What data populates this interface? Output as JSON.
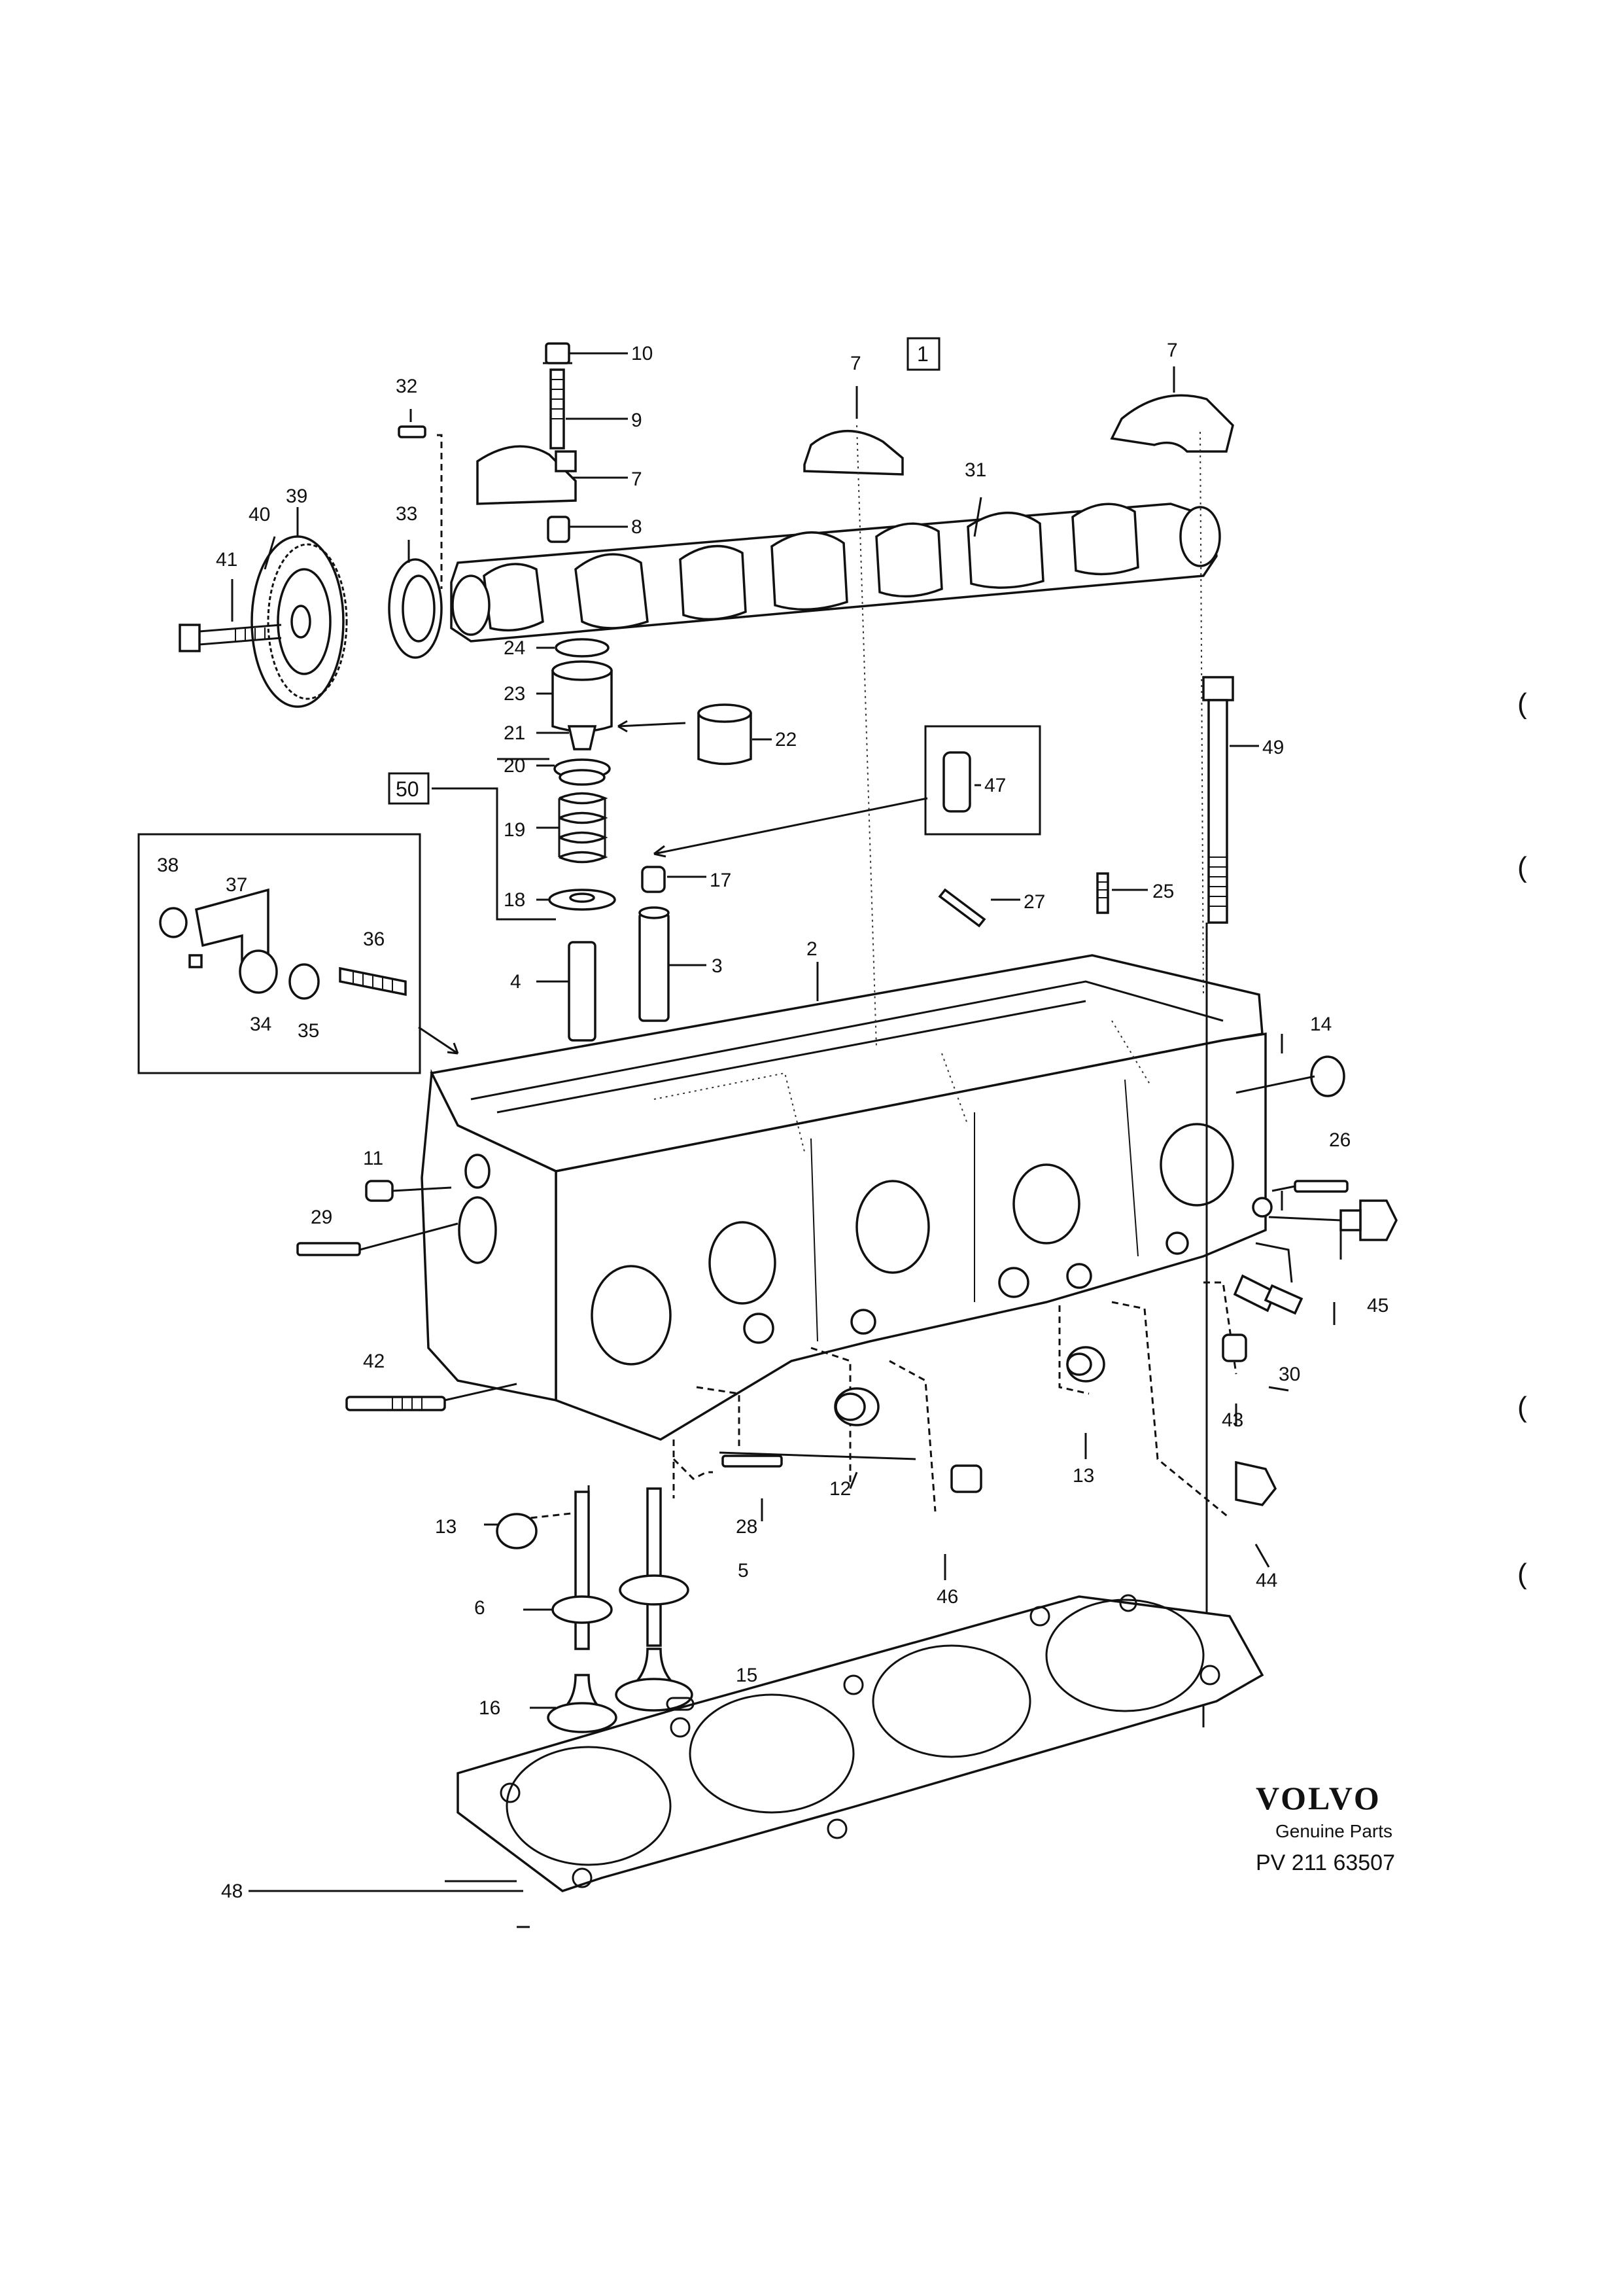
{
  "callouts": [
    {
      "id": "c1",
      "text": "1",
      "boxed": true
    },
    {
      "id": "c2",
      "text": "2"
    },
    {
      "id": "c3",
      "text": "3"
    },
    {
      "id": "c4",
      "text": "4"
    },
    {
      "id": "c5",
      "text": "5"
    },
    {
      "id": "c6",
      "text": "6"
    },
    {
      "id": "c7a",
      "text": "7"
    },
    {
      "id": "c7b",
      "text": "7"
    },
    {
      "id": "c7c",
      "text": "7"
    },
    {
      "id": "c8",
      "text": "8"
    },
    {
      "id": "c9",
      "text": "9"
    },
    {
      "id": "c10",
      "text": "10"
    },
    {
      "id": "c11",
      "text": "11"
    },
    {
      "id": "c12",
      "text": "12"
    },
    {
      "id": "c13a",
      "text": "13"
    },
    {
      "id": "c13b",
      "text": "13"
    },
    {
      "id": "c14",
      "text": "14"
    },
    {
      "id": "c15",
      "text": "15"
    },
    {
      "id": "c16",
      "text": "16"
    },
    {
      "id": "c17",
      "text": "17"
    },
    {
      "id": "c18",
      "text": "18"
    },
    {
      "id": "c19",
      "text": "19"
    },
    {
      "id": "c20",
      "text": "20"
    },
    {
      "id": "c21",
      "text": "21"
    },
    {
      "id": "c22",
      "text": "22"
    },
    {
      "id": "c23",
      "text": "23"
    },
    {
      "id": "c24",
      "text": "24"
    },
    {
      "id": "c25",
      "text": "25"
    },
    {
      "id": "c26",
      "text": "26"
    },
    {
      "id": "c27",
      "text": "27"
    },
    {
      "id": "c28",
      "text": "28"
    },
    {
      "id": "c29",
      "text": "29"
    },
    {
      "id": "c30",
      "text": "30"
    },
    {
      "id": "c31",
      "text": "31"
    },
    {
      "id": "c32",
      "text": "32"
    },
    {
      "id": "c33",
      "text": "33"
    },
    {
      "id": "c34",
      "text": "34"
    },
    {
      "id": "c35",
      "text": "35"
    },
    {
      "id": "c36",
      "text": "36"
    },
    {
      "id": "c37",
      "text": "37"
    },
    {
      "id": "c38",
      "text": "38"
    },
    {
      "id": "c39",
      "text": "39"
    },
    {
      "id": "c40",
      "text": "40"
    },
    {
      "id": "c41",
      "text": "41"
    },
    {
      "id": "c42",
      "text": "42"
    },
    {
      "id": "c43",
      "text": "43"
    },
    {
      "id": "c44",
      "text": "44"
    },
    {
      "id": "c45",
      "text": "45"
    },
    {
      "id": "c46",
      "text": "46"
    },
    {
      "id": "c47",
      "text": "47"
    },
    {
      "id": "c48",
      "text": "48"
    },
    {
      "id": "c49",
      "text": "49"
    },
    {
      "id": "c50",
      "text": "50",
      "boxed": true
    }
  ],
  "brand": {
    "logo_text": "VOLVO",
    "subtitle": "Genuine Parts",
    "code": "PV 211 63507"
  },
  "margin_marks": [
    "(",
    "(",
    "(",
    "("
  ]
}
